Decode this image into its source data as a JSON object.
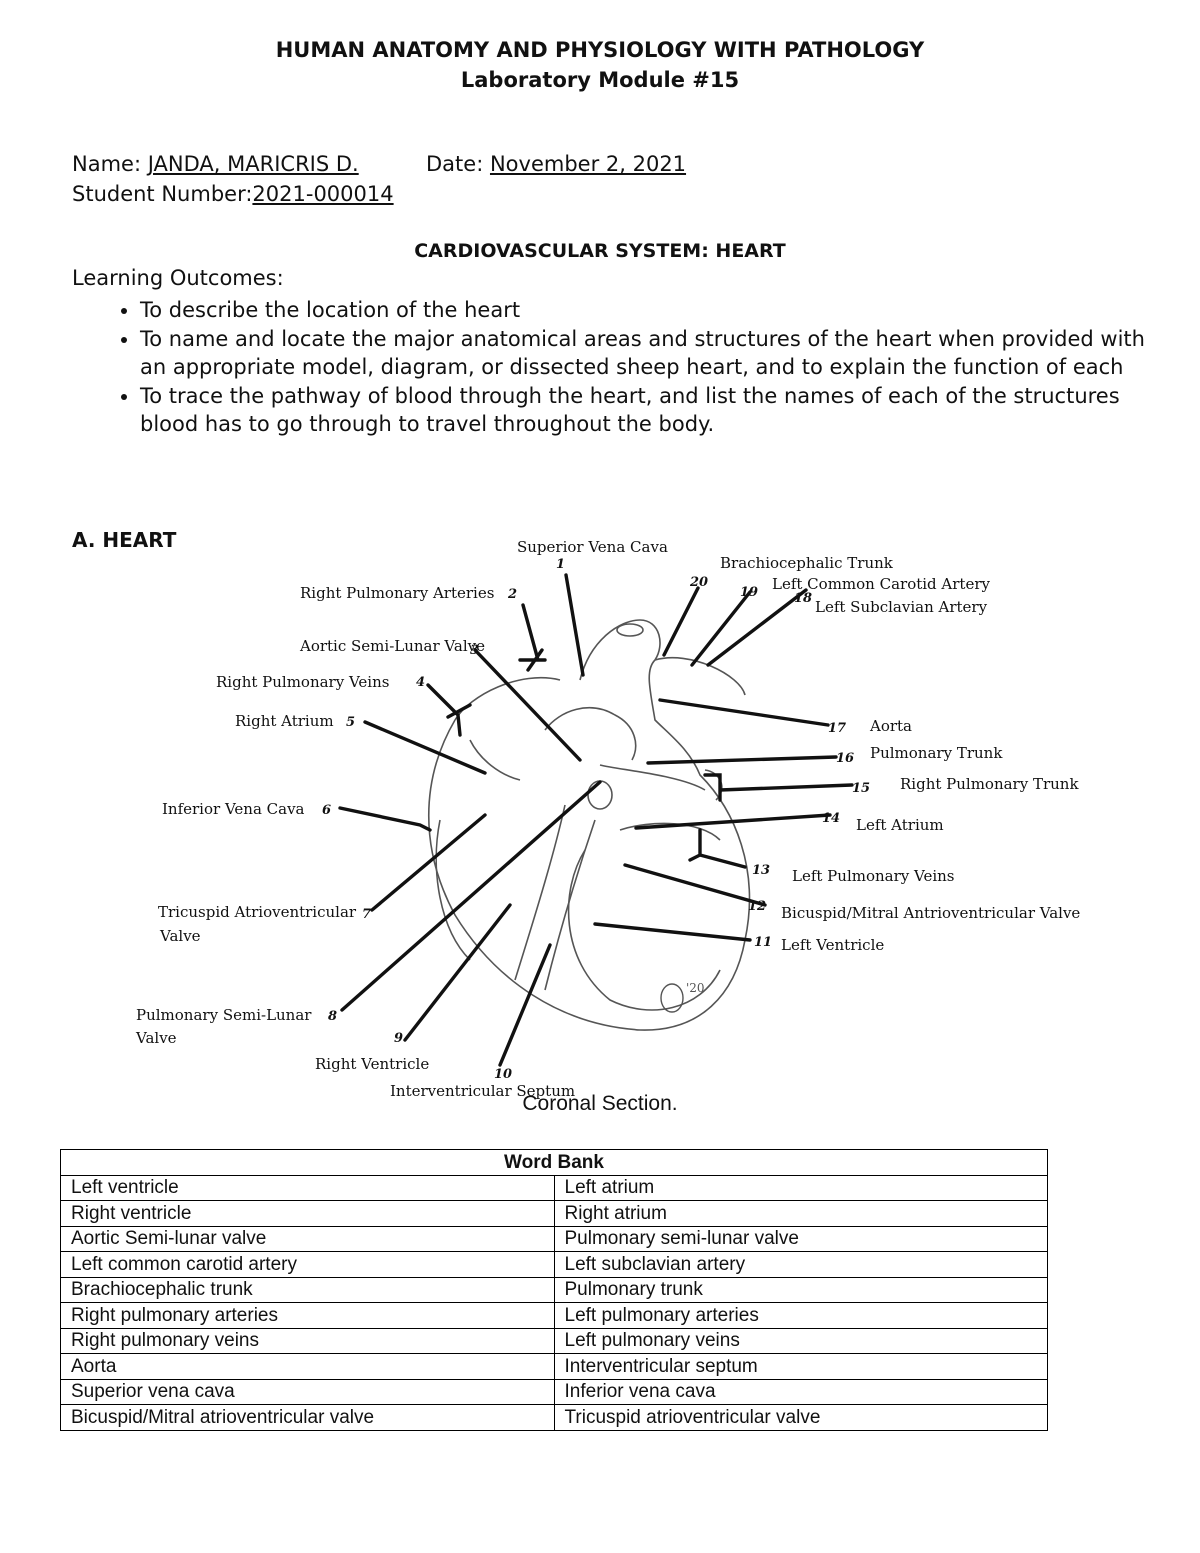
{
  "header": {
    "title": "HUMAN ANATOMY AND PHYSIOLOGY WITH PATHOLOGY",
    "module": "Laboratory Module #15"
  },
  "student": {
    "name_label": "Name:",
    "name_value": "JANDA, MARICRIS D.",
    "date_label": "Date:",
    "date_value": "November 2, 2021",
    "number_label": "Student Number:",
    "number_value": "2021-000014"
  },
  "section_title": "CARDIOVASCULAR SYSTEM: HEART",
  "learning_outcomes": {
    "title": "Learning Outcomes:",
    "items": [
      "To describe the location of the heart",
      "To name and locate the major anatomical areas and structures of the heart when provided with an appropriate model, diagram, or dissected sheep heart, and to explain the function of each",
      "To trace the pathway of blood through the heart, and list the names of each of the structures blood has to go through to travel throughout the body."
    ]
  },
  "heart_section": {
    "heading": "A. HEART",
    "caption": "Coronal Section.",
    "signature": "'20",
    "labels": [
      {
        "num": "1",
        "text": "Superior Vena Cava"
      },
      {
        "num": "2",
        "text": "Right Pulmonary Arteries"
      },
      {
        "num": "3",
        "text": "Aortic Semi-Lunar Valve"
      },
      {
        "num": "4",
        "text": "Right Pulmonary Veins"
      },
      {
        "num": "5",
        "text": "Right Atrium"
      },
      {
        "num": "6",
        "text": "Inferior Vena Cava"
      },
      {
        "num": "7",
        "text": "Tricuspid Atrioventricular",
        "text2": "Valve"
      },
      {
        "num": "8",
        "text": "Pulmonary Semi-Lunar",
        "text2": "Valve"
      },
      {
        "num": "9",
        "text": "Right Ventricle"
      },
      {
        "num": "10",
        "text": "Interventricular Septum"
      },
      {
        "num": "11",
        "text": "Left Ventricle"
      },
      {
        "num": "12",
        "text": "Bicuspid/Mitral Antrioventricular Valve"
      },
      {
        "num": "13",
        "text": "Left Pulmonary Veins"
      },
      {
        "num": "14",
        "text": "Left Atrium"
      },
      {
        "num": "15",
        "text": "Right Pulmonary Trunk"
      },
      {
        "num": "16",
        "text": "Pulmonary Trunk"
      },
      {
        "num": "17",
        "text": "Aorta"
      },
      {
        "num": "18",
        "text": "Left Subclavian Artery"
      },
      {
        "num": "19",
        "text": "Left Common Carotid Artery"
      },
      {
        "num": "20",
        "text": "Brachiocephalic Trunk"
      }
    ]
  },
  "word_bank": {
    "title": "Word Bank",
    "rows": [
      [
        "Left ventricle",
        "Left atrium"
      ],
      [
        "Right ventricle",
        "Right atrium"
      ],
      [
        "Aortic Semi-lunar valve",
        "Pulmonary semi-lunar valve"
      ],
      [
        "Left common carotid artery",
        "Left subclavian artery"
      ],
      [
        "Brachiocephalic trunk",
        "Pulmonary trunk"
      ],
      [
        "Right pulmonary arteries",
        "Left pulmonary arteries"
      ],
      [
        "Right pulmonary veins",
        "Left pulmonary veins"
      ],
      [
        "Aorta",
        "Interventricular septum"
      ],
      [
        "Superior vena cava",
        "Inferior vena cava"
      ],
      [
        "Bicuspid/Mitral atrioventricular valve",
        "Tricuspid atrioventricular valve"
      ]
    ]
  }
}
